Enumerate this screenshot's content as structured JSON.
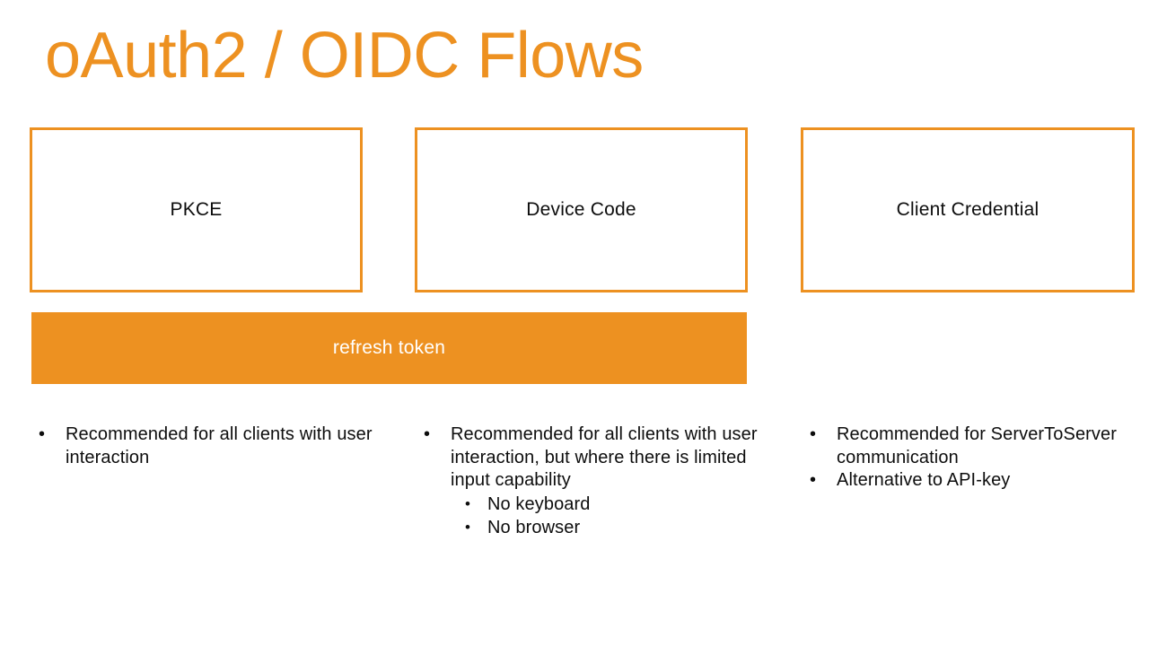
{
  "slide": {
    "title": "oAuth2 / OIDC Flows",
    "accent_color": "#ED9121",
    "text_color": "#0d0d0d",
    "background_color": "#FFFFFF"
  },
  "flows": [
    {
      "label": "PKCE"
    },
    {
      "label": "Device Code"
    },
    {
      "label": "Client Credential"
    }
  ],
  "refresh_bar": {
    "label": "refresh token"
  },
  "bullet_columns": [
    {
      "items": [
        {
          "marker": "•",
          "text": "Recommended for all clients with user interaction",
          "sub_items": []
        }
      ]
    },
    {
      "items": [
        {
          "marker": "•",
          "text": "Recommended for all clients with user interaction,  but where there is limited input capability",
          "sub_items": [
            {
              "marker": "•",
              "text": "No keyboard"
            },
            {
              "marker": "•",
              "text": "No browser"
            }
          ]
        }
      ]
    },
    {
      "items": [
        {
          "marker": "•",
          "text": "Recommended for ServerToServer communication",
          "sub_items": []
        },
        {
          "marker": "•",
          "text": "Alternative to API-key",
          "sub_items": []
        }
      ]
    }
  ]
}
